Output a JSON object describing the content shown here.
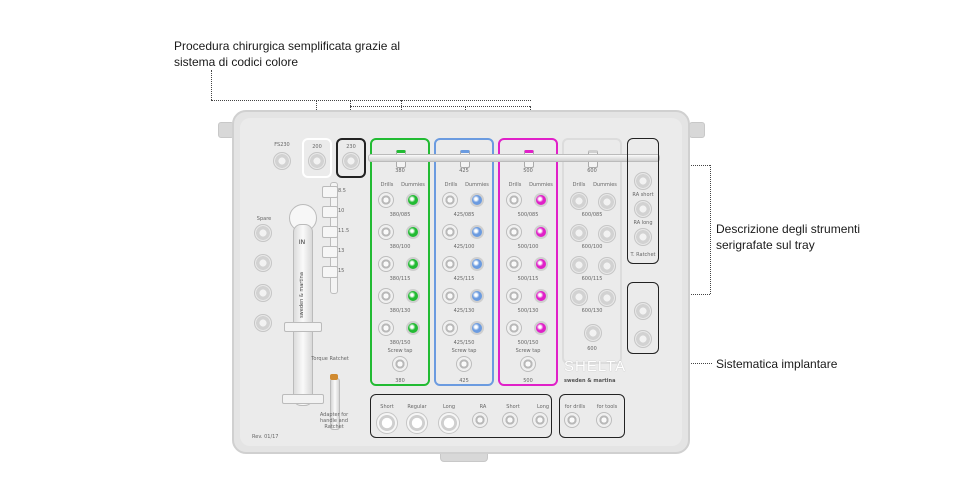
{
  "callouts": {
    "color_codes_line1": "Procedura chirurgica semplificata grazie al",
    "color_codes_line2": "sistema di codici colore",
    "tools_line1": "Descrizione degli strumenti",
    "tools_line2": "serigrafate sul tray",
    "system": "Sistematica implantare"
  },
  "tray": {
    "rev": "Rev. 01/17",
    "brand": "SHELTA",
    "maker": "sweden & martina",
    "ratchet_in": "IN",
    "ratchet_brand": "sweden & martina",
    "torque_ratchet": "Torque Ratchet",
    "adapter_label": "Adapter for handle and Ratchet",
    "spare": "Spare",
    "fs230": "FS230",
    "pilot_200": "200",
    "pilot_230": "230",
    "depths": [
      "8.5",
      "10",
      "11.5",
      "13",
      "15"
    ],
    "color_codes": {
      "green": "#22bb33",
      "blue": "#6b9be0",
      "magenta": "#e020c8"
    },
    "columns": [
      {
        "key": "green",
        "top": "380",
        "bottom": "380",
        "rows": [
          "380/085",
          "380/100",
          "380/115",
          "380/130",
          "380/150"
        ],
        "screw_label": "Screw tap"
      },
      {
        "key": "blue",
        "top": "425",
        "bottom": "425",
        "rows": [
          "425/085",
          "425/100",
          "425/115",
          "425/130",
          "425/150"
        ],
        "screw_label": "Screw tap"
      },
      {
        "key": "magenta",
        "top": "500",
        "bottom": "500",
        "rows": [
          "500/085",
          "500/100",
          "500/115",
          "500/130",
          "500/150"
        ],
        "screw_label": "Screw tap"
      },
      {
        "key": "grey",
        "top": "600",
        "bottom": "600",
        "rows": [
          "600/085",
          "600/100",
          "600/115",
          "600/130"
        ],
        "screw_label": ""
      }
    ],
    "drill_header": "Drills",
    "dummy_header": "Dummies",
    "right_tools": [
      "RA short",
      "RA long",
      "T. Ratchet"
    ],
    "bottom_sections": [
      {
        "items": [
          "Short",
          "Regular",
          "Long"
        ]
      },
      {
        "items": [
          "RA",
          "Short",
          "Long"
        ]
      },
      {
        "items": [
          "for drills",
          "for tools"
        ]
      }
    ]
  }
}
